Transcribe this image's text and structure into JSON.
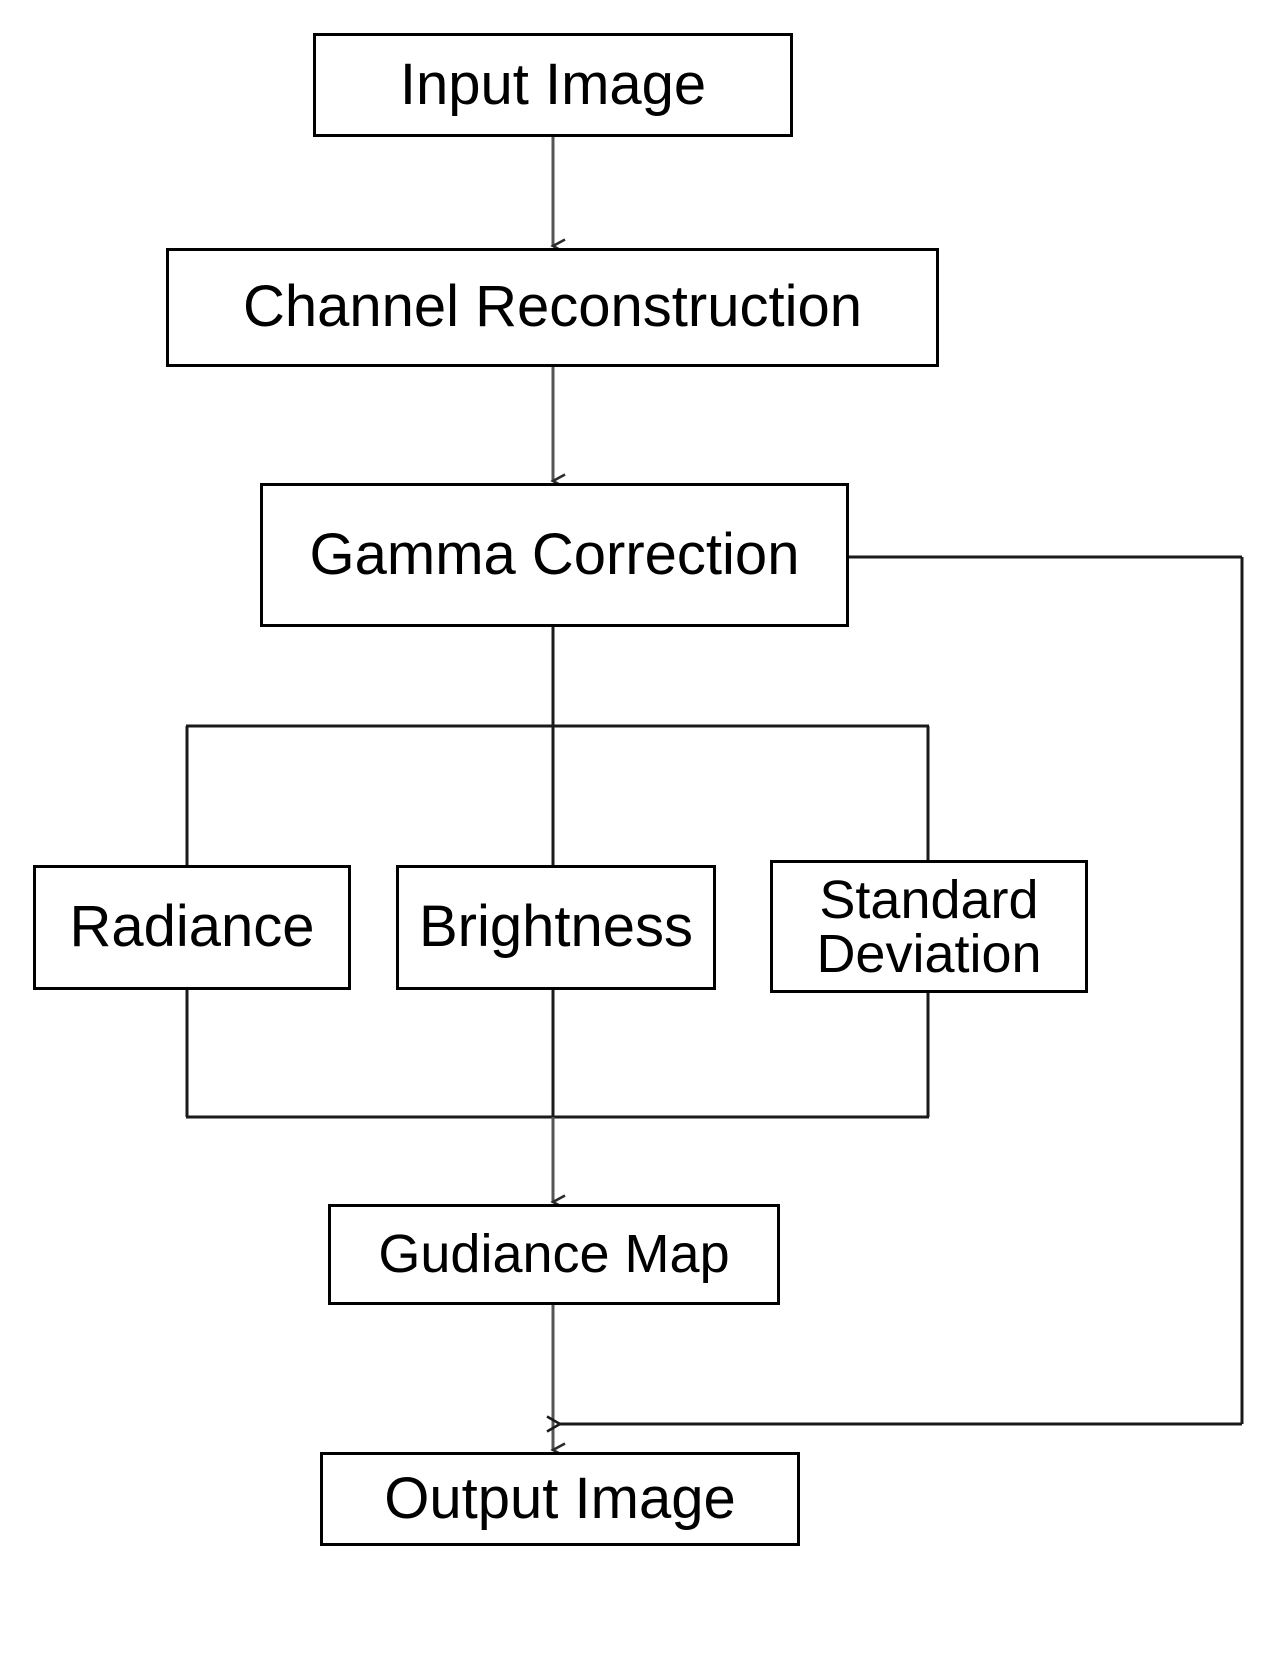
{
  "diagram": {
    "title": "Image Enhancement Pipeline Flowchart",
    "type": "flowchart",
    "orientation": "top-to-bottom",
    "background_color": "#ffffff",
    "line_color": "#000000",
    "text_color": "#000000",
    "nodes": [
      {
        "id": "input-image",
        "label": "Input Image",
        "shape": "rectangle"
      },
      {
        "id": "channel-recon",
        "label": "Channel Reconstruction",
        "shape": "rectangle"
      },
      {
        "id": "gamma-correction",
        "label": "Gamma Correction",
        "shape": "rectangle"
      },
      {
        "id": "radiance",
        "label": "Radiance",
        "shape": "rectangle"
      },
      {
        "id": "brightness",
        "label": "Brightness",
        "shape": "rectangle"
      },
      {
        "id": "standard-dev",
        "label": "Standard\nDeviation",
        "shape": "rectangle"
      },
      {
        "id": "guidance-map",
        "label": "Gudiance Map",
        "shape": "rectangle"
      },
      {
        "id": "output-image",
        "label": "Output Image",
        "shape": "rectangle"
      }
    ],
    "edges": [
      {
        "from": "input-image",
        "to": "channel-recon",
        "arrow": true,
        "style": "straight-down"
      },
      {
        "from": "channel-recon",
        "to": "gamma-correction",
        "arrow": true,
        "style": "straight-down"
      },
      {
        "from": "gamma-correction",
        "to": "radiance",
        "arrow": false,
        "style": "bus-split"
      },
      {
        "from": "gamma-correction",
        "to": "brightness",
        "arrow": false,
        "style": "bus-split"
      },
      {
        "from": "gamma-correction",
        "to": "standard-dev",
        "arrow": false,
        "style": "bus-split"
      },
      {
        "from": "radiance",
        "to": "guidance-map",
        "arrow": false,
        "style": "bus-merge"
      },
      {
        "from": "brightness",
        "to": "guidance-map",
        "arrow": true,
        "style": "bus-merge"
      },
      {
        "from": "standard-dev",
        "to": "guidance-map",
        "arrow": false,
        "style": "bus-merge"
      },
      {
        "from": "guidance-map",
        "to": "output-image",
        "arrow": true,
        "style": "straight-down"
      },
      {
        "from": "gamma-correction",
        "to": "output-image",
        "arrow": true,
        "style": "right-bypass"
      }
    ]
  }
}
